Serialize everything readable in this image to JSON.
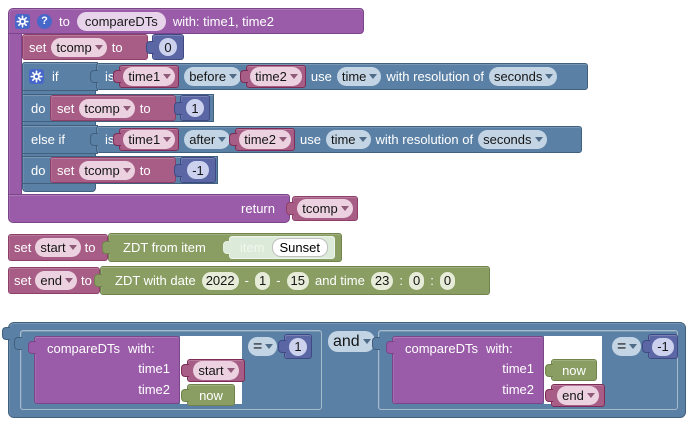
{
  "colors": {
    "procedure_purple": "#9a5ca8",
    "variable_mauve": "#a75d85",
    "logic_blue": "#5b80a5",
    "math_navy": "#5b67a5",
    "datetime_green": "#8a9e64",
    "item_pale": "#dcead9",
    "icon_blue": "#4767c9"
  },
  "icons": {
    "help_glyph": "?"
  },
  "procedure": {
    "header": {
      "to": "to",
      "name": "compareDTs",
      "params": "with: time1, time2"
    },
    "set0": {
      "set": "set",
      "var": "tcomp",
      "to": "to",
      "value": "0"
    },
    "if": {
      "if_label": "if",
      "do_label": "do",
      "else_if_label": "else if",
      "cond1": {
        "is": "is",
        "a": "time1",
        "op": "before",
        "b": "time2",
        "use": "use",
        "source": "time",
        "res_label": "with resolution of",
        "res": "seconds"
      },
      "set1": {
        "set": "set",
        "var": "tcomp",
        "to": "to",
        "value": "1"
      },
      "cond2": {
        "is": "is",
        "a": "time1",
        "op": "after",
        "b": "time2",
        "use": "use",
        "source": "time",
        "res_label": "with resolution of",
        "res": "seconds"
      },
      "set2": {
        "set": "set",
        "var": "tcomp",
        "to": "to",
        "value": "-1"
      }
    },
    "return": {
      "label": "return",
      "var": "tcomp"
    }
  },
  "set_start": {
    "set": "set",
    "var": "start",
    "to": "to",
    "zdt_from_item": {
      "label": "ZDT from item",
      "item_label": "item",
      "item_name": "Sunset"
    }
  },
  "set_end": {
    "set": "set",
    "var": "end",
    "to": "to",
    "zdt_with_date": {
      "label": "ZDT with date",
      "year": "2022",
      "dash": "-",
      "month": "1",
      "day": "15",
      "and_time": "and time",
      "hour": "23",
      "colon": ":",
      "minute": "0",
      "second": "0"
    }
  },
  "bottom": {
    "and": "and",
    "left": {
      "name": "compareDTs",
      "with": "with:",
      "p1": "time1",
      "p2": "time2",
      "arg1": "start",
      "arg2": "now",
      "op": "=",
      "value": "1"
    },
    "right": {
      "name": "compareDTs",
      "with": "with:",
      "p1": "time1",
      "p2": "time2",
      "arg1": "now",
      "arg2": "end",
      "op": "=",
      "value": "-1"
    }
  }
}
